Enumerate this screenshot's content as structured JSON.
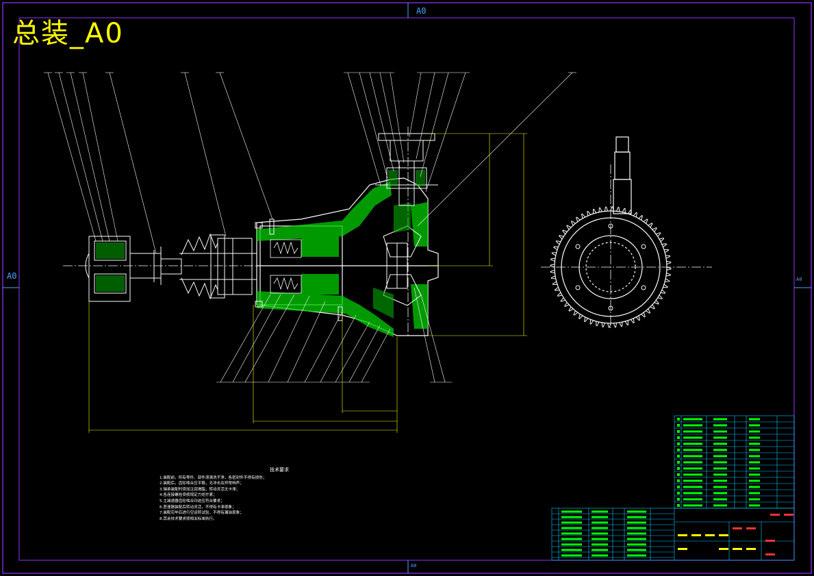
{
  "title": "总装_A0",
  "sheet_size": "A0",
  "frame_labels": {
    "top": "A0",
    "left": "A0",
    "right": "A0",
    "bottom": "A0"
  },
  "tech_requirements": {
    "title": "技术要求",
    "lines": [
      "1.装配前，所有零件、部件须清洗干净，各密封件不得有损伤；",
      "2.装配后，齿轮啮合应平稳，无冲击及异常响声；",
      "3.轴承装配时须加注润滑脂，转动灵活无卡滞；",
      "4.各连接螺栓须按规定力矩拧紧；",
      "5.主减速器齿轮啮合印迹应符合要求；",
      "6.差速器装配后转动灵活，不得有卡滞现象；",
      "7.装配完毕后进行空运转试验，不得有漏油现象；",
      "8.其余技术要求按相关标准执行。"
    ]
  },
  "colors": {
    "frame": "#7a2bd6",
    "outline": "#ffffff",
    "section": "#00dd00",
    "dimension": "#ffff00",
    "centerline": "#ffffff",
    "table_line": "#00ccff",
    "table_text": "#ff3333"
  }
}
